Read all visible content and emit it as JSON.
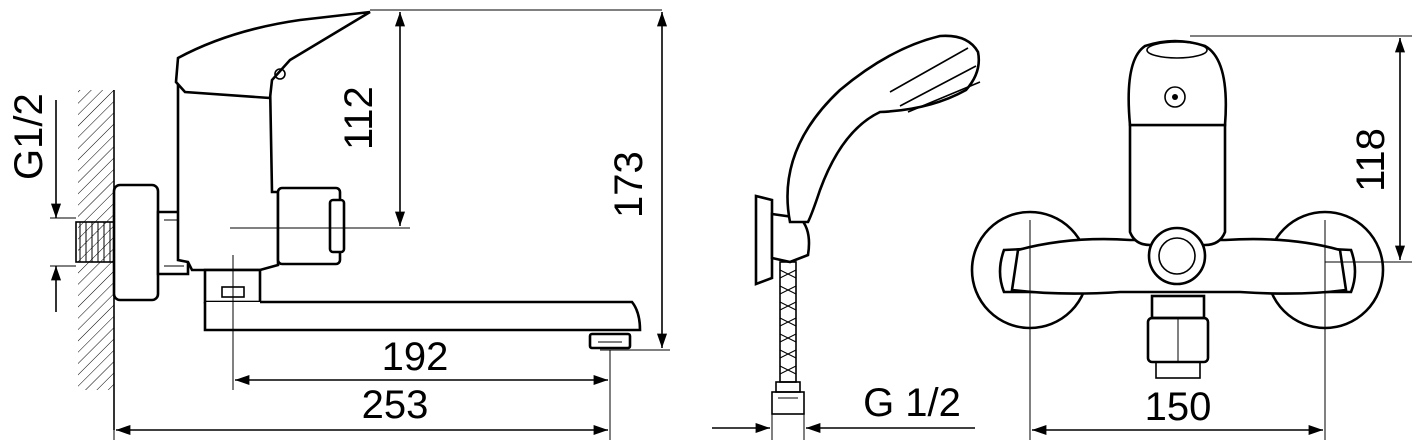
{
  "drawing": {
    "side_view": {
      "thread_label": "G1/2",
      "dim_spout_reach": "192",
      "dim_total_length": "253",
      "dim_lever_height": "112",
      "dim_total_height": "173"
    },
    "shower_view": {
      "hose_thread_label": "G 1/2"
    },
    "front_view": {
      "dim_centers": "150",
      "dim_height": "118"
    }
  }
}
